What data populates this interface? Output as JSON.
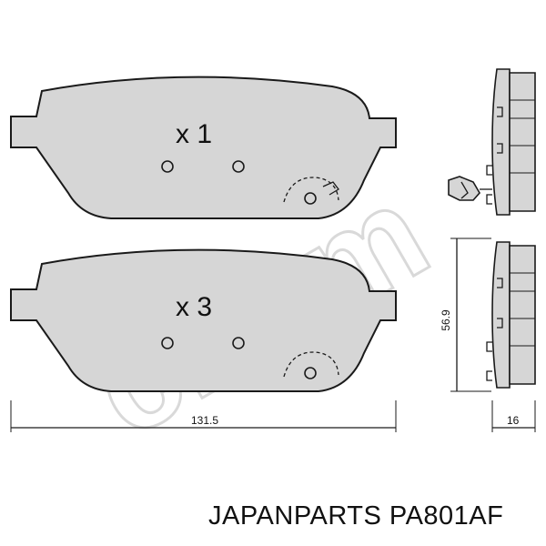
{
  "pads": [
    {
      "quantity_label": "x 1"
    },
    {
      "quantity_label": "x 3"
    }
  ],
  "dimensions": {
    "width": "131.5",
    "height": "56.9",
    "thickness": "16"
  },
  "watermark": "cifam",
  "caption": "JAPANPARTS PA801AF",
  "colors": {
    "pad_fill": "#d6d6d6",
    "outline": "#1a1a1a",
    "watermark": "#d9d9d9"
  }
}
